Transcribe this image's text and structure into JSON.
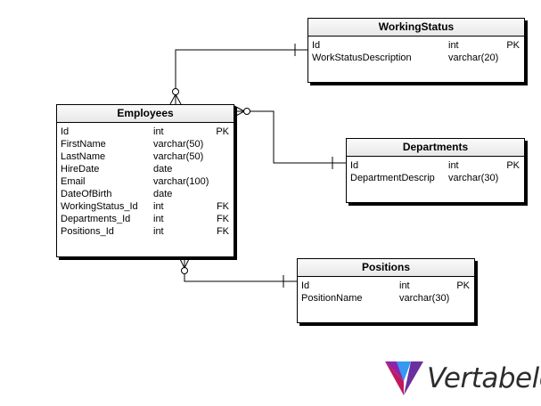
{
  "tables": {
    "working_status": {
      "name": "WorkingStatus",
      "columns": [
        {
          "name": "Id",
          "type": "int",
          "key": "PK"
        },
        {
          "name": "WorkStatusDescription",
          "type": "varchar(20)",
          "key": ""
        }
      ]
    },
    "employees": {
      "name": "Employees",
      "columns": [
        {
          "name": "Id",
          "type": "int",
          "key": "PK"
        },
        {
          "name": "FirstName",
          "type": "varchar(50)",
          "key": ""
        },
        {
          "name": "LastName",
          "type": "varchar(50)",
          "key": ""
        },
        {
          "name": "HireDate",
          "type": "date",
          "key": ""
        },
        {
          "name": "Email",
          "type": "varchar(100)",
          "key": ""
        },
        {
          "name": "DateOfBirth",
          "type": "date",
          "key": ""
        },
        {
          "name": "WorkingStatus_Id",
          "type": "int",
          "key": "FK"
        },
        {
          "name": "Departments_Id",
          "type": "int",
          "key": "FK"
        },
        {
          "name": "Positions_Id",
          "type": "int",
          "key": "FK"
        }
      ]
    },
    "departments": {
      "name": "Departments",
      "columns": [
        {
          "name": "Id",
          "type": "int",
          "key": "PK"
        },
        {
          "name": "DepartmentDescrip",
          "type": "varchar(30)",
          "key": ""
        }
      ]
    },
    "positions": {
      "name": "Positions",
      "columns": [
        {
          "name": "Id",
          "type": "int",
          "key": "PK"
        },
        {
          "name": "PositionName",
          "type": "varchar(30)",
          "key": ""
        }
      ]
    }
  },
  "relationships": [
    {
      "from": "employees",
      "to": "working_status",
      "from_cardinality": "zero-or-many",
      "to_cardinality": "exactly-one"
    },
    {
      "from": "employees",
      "to": "departments",
      "from_cardinality": "zero-or-many",
      "to_cardinality": "exactly-one"
    },
    {
      "from": "employees",
      "to": "positions",
      "from_cardinality": "zero-or-many",
      "to_cardinality": "exactly-one"
    }
  ],
  "logo": {
    "text": "Vertabelo",
    "colors": [
      "#6b2fa0",
      "#c2185b",
      "#1e88e5",
      "#8e24aa"
    ]
  }
}
